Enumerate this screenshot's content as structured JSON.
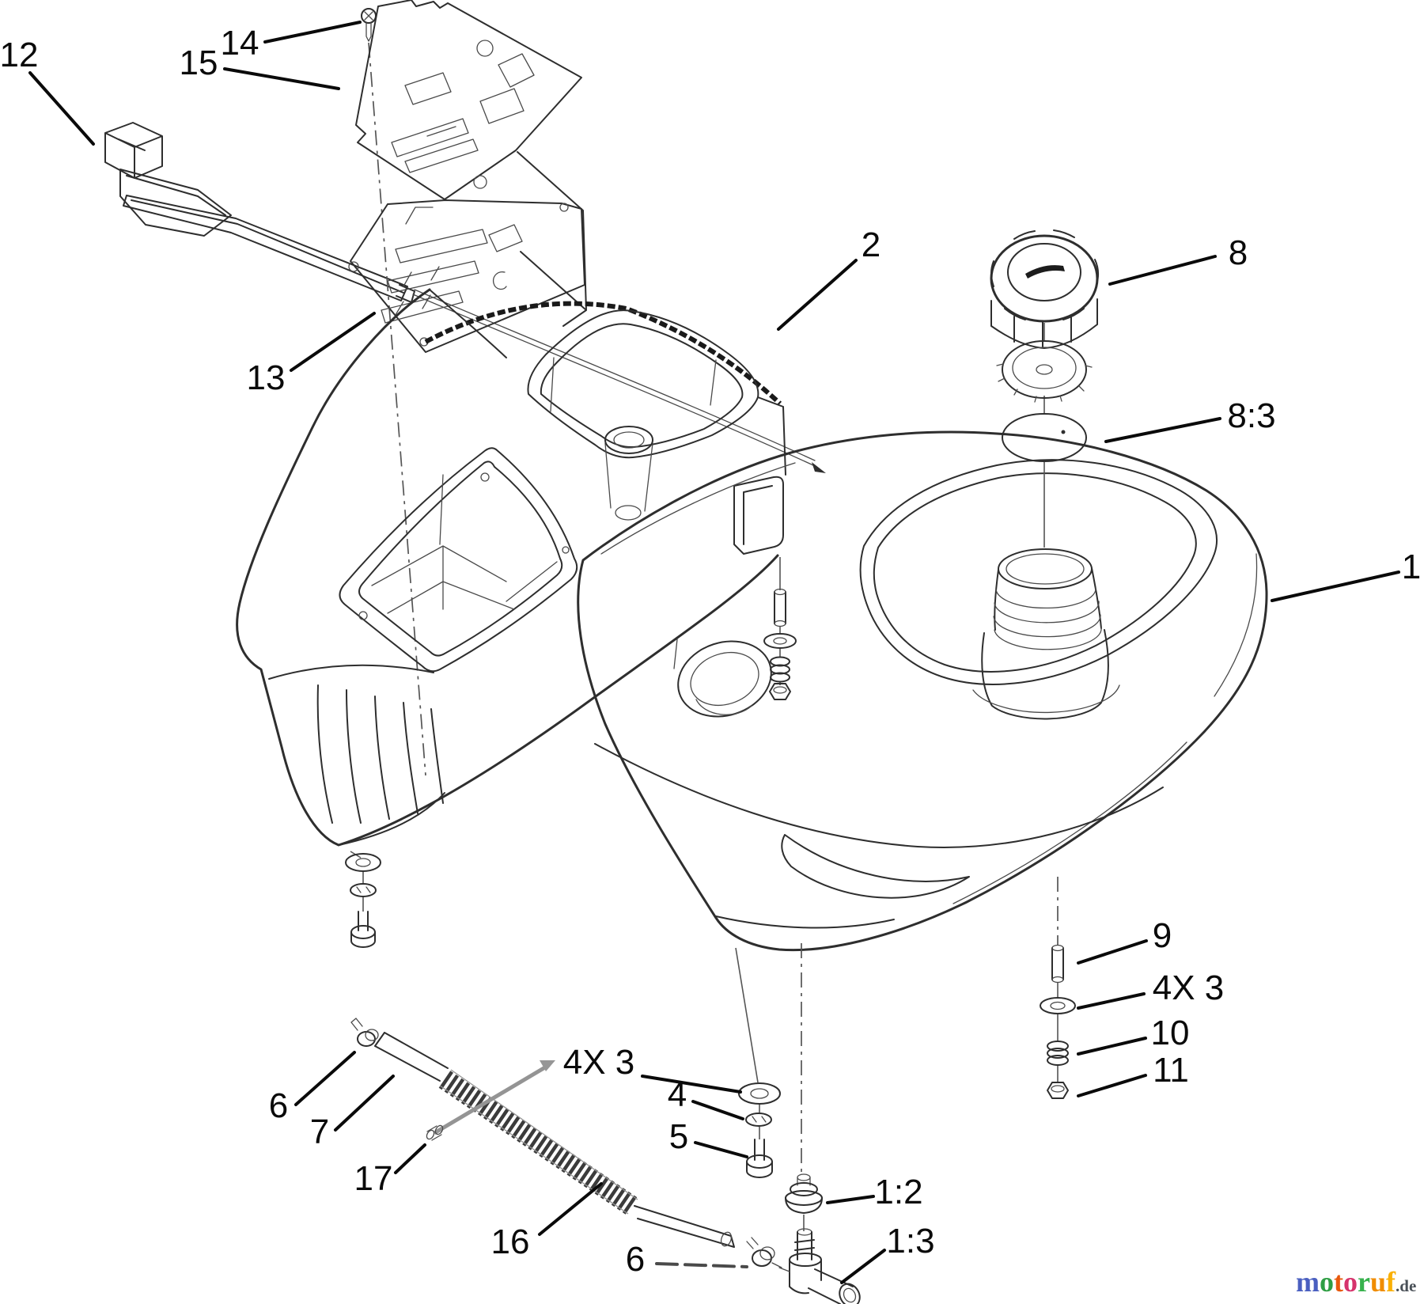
{
  "diagram": {
    "type": "exploded-parts-diagram",
    "callouts": {
      "c12": {
        "label": "12"
      },
      "c14": {
        "label": "14"
      },
      "c15": {
        "label": "15"
      },
      "c13": {
        "label": "13"
      },
      "c2": {
        "label": "2"
      },
      "c8": {
        "label": "8"
      },
      "c8_3": {
        "label": "8:3"
      },
      "c1": {
        "label": "1"
      },
      "c9": {
        "label": "9"
      },
      "c4x3_right": {
        "label": "4X 3"
      },
      "c10": {
        "label": "10"
      },
      "c11": {
        "label": "11"
      },
      "c4x3_mid": {
        "label": "4X 3"
      },
      "c4": {
        "label": "4"
      },
      "c5": {
        "label": "5"
      },
      "c6_upper": {
        "label": "6"
      },
      "c7": {
        "label": "7"
      },
      "c17": {
        "label": "17"
      },
      "c16": {
        "label": "16"
      },
      "c6_lower": {
        "label": "6"
      },
      "c1_2": {
        "label": "1:2"
      },
      "c1_3": {
        "label": "1:3"
      }
    },
    "watermark": {
      "letters": [
        {
          "ch": "m",
          "color": "#4a5fc0"
        },
        {
          "ch": "o",
          "color": "#2f9e44"
        },
        {
          "ch": "t",
          "color": "#e8590c"
        },
        {
          "ch": "o",
          "color": "#d6336c"
        },
        {
          "ch": "r",
          "color": "#37b24d"
        },
        {
          "ch": "u",
          "color": "#f08c00"
        },
        {
          "ch": "f",
          "color": "#fab005"
        }
      ],
      "suffix": {
        "text": ".de",
        "color": "#495057"
      }
    }
  }
}
